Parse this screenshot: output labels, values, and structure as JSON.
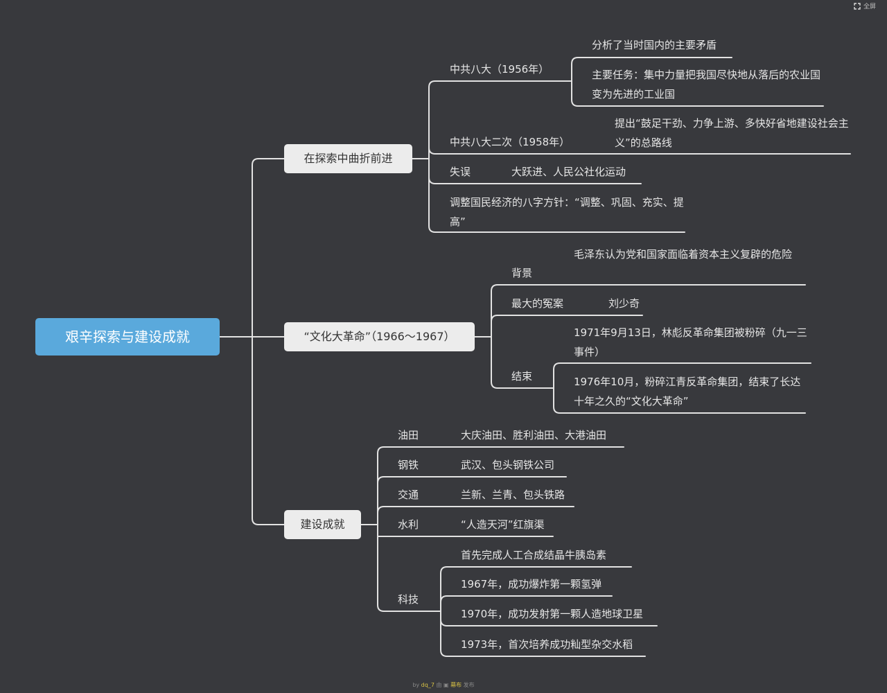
{
  "header": {
    "fullscreen_label": "全屏"
  },
  "root": {
    "label": "艰辛探索与建设成就"
  },
  "branches": {
    "explore": {
      "label": "在探索中曲折前进",
      "ba_da": {
        "label": "中共八大（1956年）",
        "item1": "分析了当时国内的主要矛盾",
        "item2": "主要任务：集中力量把我国尽快地从落后的农业国变为先进的工业国"
      },
      "ba_da_er_ci": {
        "label": "中共八大二次（1958年）",
        "item": "提出“鼓足干劲、力争上游、多快好省地建设社会主义”的总路线"
      },
      "mistake": {
        "label": "失误",
        "item": "大跃进、人民公社化运动"
      },
      "adjust": {
        "label": "调整国民经济的八字方针：“调整、巩固、充实、提高”"
      }
    },
    "culture": {
      "label": "“文化大革命”（1966～1967）",
      "background": {
        "label": "背景",
        "item": "毛泽东认为党和国家面临着资本主义复辟的危险"
      },
      "biggest_case": {
        "label": "最大的冤案",
        "item": "刘少奇"
      },
      "end": {
        "label": "结束",
        "item1": "1971年9月13日，林彪反革命集团被粉碎（九一三事件）",
        "item2": "1976年10月，粉碎江青反革命集团，结束了长达十年之久的“文化大革命”"
      }
    },
    "build": {
      "label": "建设成就",
      "oil": {
        "label": "油田",
        "item": "大庆油田、胜利油田、大港油田"
      },
      "steel": {
        "label": "钢铁",
        "item": "武汉、包头钢铁公司"
      },
      "traffic": {
        "label": "交通",
        "item": "兰新、兰青、包头铁路"
      },
      "water": {
        "label": "水利",
        "item": "“人造天河”红旗渠"
      },
      "tech": {
        "label": "科技",
        "items": [
          "首先完成人工合成结晶牛胰岛素",
          "1967年，成功爆炸第一颗氢弹",
          "1970年，成功发射第一颗人造地球卫星",
          "1973年，首次培养成功籼型杂交水稻"
        ]
      }
    }
  },
  "footer": {
    "prefix": "by",
    "author": "dq_7",
    "middle": "由",
    "brand": "幕布",
    "suffix": "发布"
  },
  "colors": {
    "background": "#38393d",
    "root": "#5aa9dc",
    "line": "#e0e0e0",
    "mid_node": "#ececec"
  }
}
